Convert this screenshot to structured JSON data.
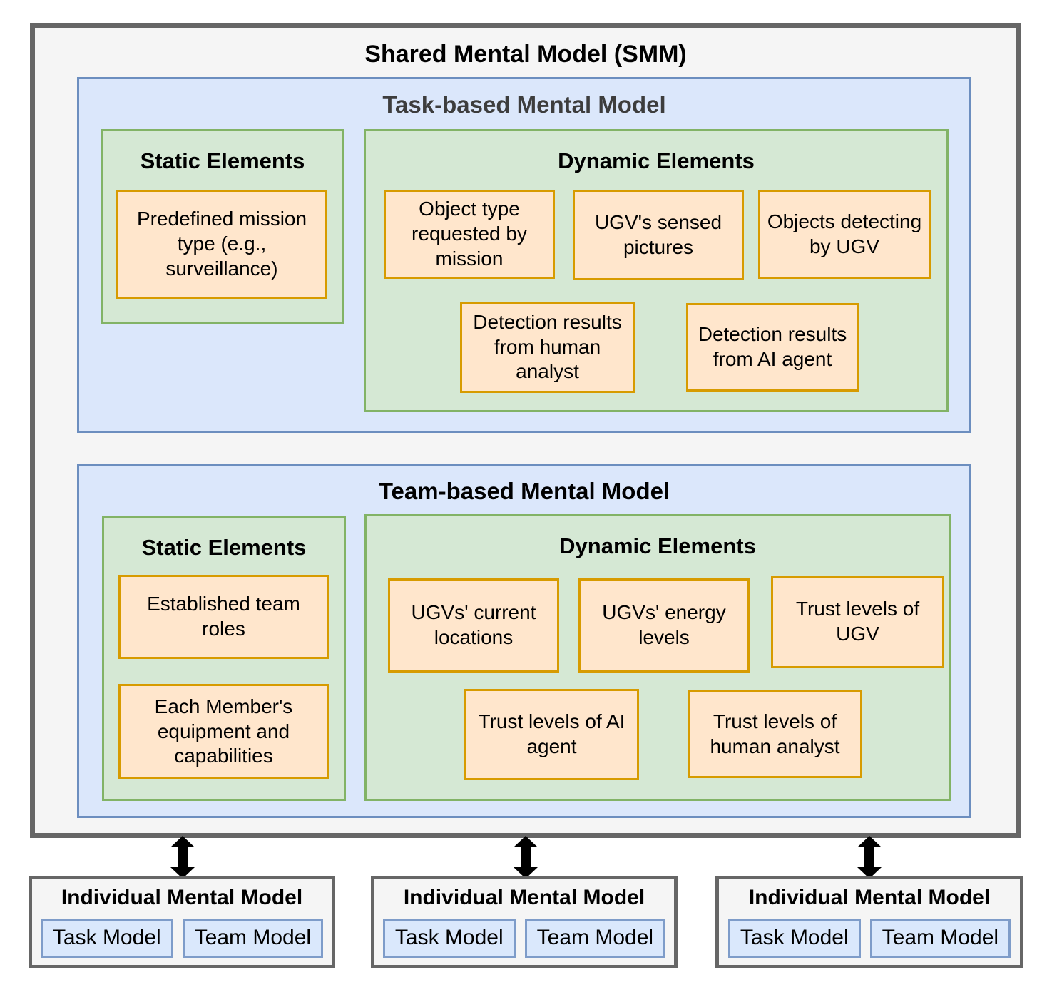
{
  "smm": {
    "title": "Shared Mental Model (SMM)",
    "sections": [
      {
        "title": "Task-based Mental Model",
        "static_panel": {
          "heading": "Static Elements",
          "items": [
            "Predefined mission type (e.g., surveillance)"
          ]
        },
        "dynamic_panel": {
          "heading": "Dynamic Elements",
          "items": [
            "Object type requested by mission",
            "UGV's sensed pictures",
            "Objects detecting by UGV",
            "Detection results from human analyst",
            "Detection results from AI agent"
          ]
        }
      },
      {
        "title": "Team-based Mental Model",
        "static_panel": {
          "heading": "Static Elements",
          "items": [
            "Established team roles",
            "Each Member's equipment and capabilities"
          ]
        },
        "dynamic_panel": {
          "heading": "Dynamic Elements",
          "items": [
            "UGVs' current locations",
            "UGVs' energy levels",
            "Trust levels of UGV",
            "Trust levels of AI agent",
            "Trust levels of human analyst"
          ]
        }
      }
    ]
  },
  "individual_models": [
    {
      "title": "Individual Mental Model",
      "task_label": "Task Model",
      "team_label": "Team Model"
    },
    {
      "title": "Individual Mental Model",
      "task_label": "Task Model",
      "team_label": "Team Model"
    },
    {
      "title": "Individual Mental Model",
      "task_label": "Task Model",
      "team_label": "Team Model"
    }
  ],
  "colors": {
    "outer_fill": "#f5f5f5",
    "outer_border": "#666666",
    "blue_fill": "#dbe7fb",
    "blue_border": "#6c8ebf",
    "green_fill": "#d5e8d4",
    "green_border": "#82b366",
    "orange_fill": "#ffe6cc",
    "orange_border": "#d79b00",
    "arrow": "#000000"
  }
}
